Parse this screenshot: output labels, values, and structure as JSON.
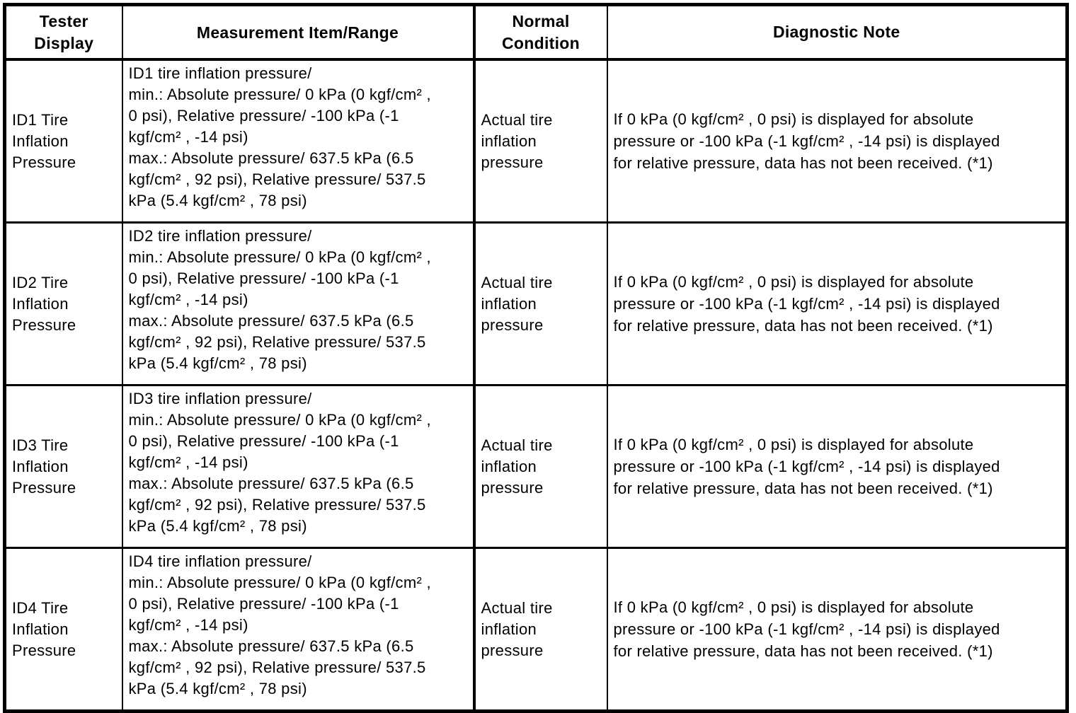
{
  "table": {
    "headers": {
      "tester_display": "Tester\nDisplay",
      "measurement_item_range": "Measurement Item/Range",
      "normal_condition": "Normal\nCondition",
      "diagnostic_note": "Diagnostic Note"
    },
    "rows": [
      {
        "tester_display": "ID1 Tire\nInflation\nPressure",
        "measurement_item_range": "ID1 tire inflation pressure/\nmin.: Absolute pressure/ 0 kPa (0 kgf/cm² ,\n0 psi), Relative pressure/ -100 kPa (-1\nkgf/cm² , -14 psi)\nmax.: Absolute pressure/ 637.5 kPa (6.5\nkgf/cm² , 92 psi), Relative pressure/ 537.5\nkPa (5.4 kgf/cm² , 78 psi)",
        "normal_condition": "Actual tire\ninflation\npressure",
        "diagnostic_note": "If 0 kPa (0 kgf/cm² , 0 psi) is displayed for absolute\npressure or -100 kPa (-1 kgf/cm² , -14 psi) is displayed\nfor relative pressure, data has not been received. (*1)"
      },
      {
        "tester_display": "ID2 Tire\nInflation\nPressure",
        "measurement_item_range": "ID2 tire inflation pressure/\nmin.: Absolute pressure/ 0 kPa (0 kgf/cm² ,\n0 psi), Relative pressure/ -100 kPa (-1\nkgf/cm² , -14 psi)\nmax.: Absolute pressure/ 637.5 kPa (6.5\nkgf/cm² , 92 psi), Relative pressure/ 537.5\nkPa (5.4 kgf/cm² , 78 psi)",
        "normal_condition": "Actual tire\ninflation\npressure",
        "diagnostic_note": "If 0 kPa (0 kgf/cm² , 0 psi) is displayed for absolute\npressure or -100 kPa (-1 kgf/cm² , -14 psi) is displayed\nfor relative pressure, data has not been received. (*1)"
      },
      {
        "tester_display": "ID3 Tire\nInflation\nPressure",
        "measurement_item_range": "ID3 tire inflation pressure/\nmin.: Absolute pressure/ 0 kPa (0 kgf/cm² ,\n0 psi), Relative pressure/ -100 kPa (-1\nkgf/cm² , -14 psi)\nmax.: Absolute pressure/ 637.5 kPa (6.5\nkgf/cm² , 92 psi), Relative pressure/ 537.5\nkPa (5.4 kgf/cm² , 78 psi)",
        "normal_condition": "Actual tire\ninflation\npressure",
        "diagnostic_note": "If 0 kPa (0 kgf/cm² , 0 psi) is displayed for absolute\npressure or -100 kPa (-1 kgf/cm² , -14 psi) is displayed\nfor relative pressure, data has not been received. (*1)"
      },
      {
        "tester_display": "ID4 Tire\nInflation\nPressure",
        "measurement_item_range": "ID4 tire inflation pressure/\nmin.: Absolute pressure/ 0 kPa (0 kgf/cm² ,\n0 psi), Relative pressure/ -100 kPa (-1\nkgf/cm² , -14 psi)\nmax.: Absolute pressure/ 637.5 kPa (6.5\nkgf/cm² , 92 psi), Relative pressure/ 537.5\nkPa (5.4 kgf/cm² , 78 psi)",
        "normal_condition": "Actual tire\ninflation\npressure",
        "diagnostic_note": "If 0 kPa (0 kgf/cm² , 0 psi) is displayed for absolute\npressure or -100 kPa (-1 kgf/cm² , -14 psi) is displayed\nfor relative pressure, data has not been received. (*1)"
      }
    ]
  },
  "colors": {
    "border": "#000000",
    "text": "#000000",
    "background": "#ffffff"
  }
}
